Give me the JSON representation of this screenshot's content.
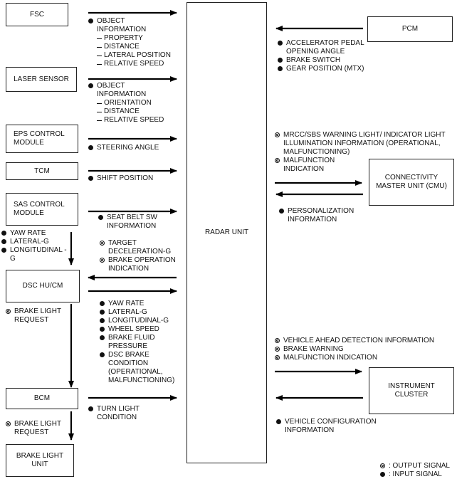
{
  "boxes": {
    "fsc": "FSC",
    "laser": "LASER SENSOR",
    "eps": "EPS CONTROL MODULE",
    "tcm": "TCM",
    "sas": "SAS CONTROL MODULE",
    "dsc": "DSC HU/CM",
    "bcm": "BCM",
    "brake_light_unit": "BRAKE LIGHT UNIT",
    "radar": "RADAR UNIT",
    "pcm": "PCM",
    "cmu": "CONNECTIVITY MASTER UNIT (CMU)",
    "cluster": "INSTRUMENT CLUSTER"
  },
  "signals": {
    "fsc": {
      "main": "OBJECT INFORMATION",
      "subs": [
        "PROPERTY",
        "DISTANCE",
        "LATERAL POSITION",
        "RELATIVE SPEED"
      ]
    },
    "laser": {
      "main": "OBJECT INFORMATION",
      "subs": [
        "ORIENTATION",
        "DISTANCE",
        "RELATIVE SPEED"
      ]
    },
    "eps": "STEERING ANGLE",
    "tcm": "SHIFT POSITION",
    "sas_radar": "SEAT BELT SW INFORMATION",
    "sas_dsc": [
      "YAW RATE",
      "LATERAL-G",
      "LONGITUDINAL -G"
    ],
    "radar_to_dsc": [
      "TARGET DECELERATION-G",
      "BRAKE OPERATION INDICATION"
    ],
    "dsc_to_radar": [
      "YAW RATE",
      "LATERAL-G",
      "LONGITUDINAL-G",
      "WHEEL SPEED",
      "BRAKE FLUID PRESSURE",
      "DSC BRAKE CONDITION (OPERATIONAL, MALFUNCTIONING)"
    ],
    "dsc_to_bcm": "BRAKE LIGHT REQUEST",
    "bcm_to_radar": "TURN LIGHT CONDITION",
    "bcm_to_unit": "BRAKE LIGHT REQUEST",
    "pcm": [
      "ACCELERATOR PEDAL OPENING ANGLE",
      "BRAKE SWITCH",
      "GEAR POSITION (MTX)"
    ],
    "radar_to_cmu": [
      "MRCC/SBS WARNING LIGHT/ INDICATOR LIGHT ILLUMINATION INFORMATION (OPERATIONAL, MALFUNCTIONING)",
      "MALFUNCTION INDICATION"
    ],
    "cmu_to_radar": "PERSONALIZATION INFORMATION",
    "radar_to_cluster": [
      "VEHICLE AHEAD DETECTION INFORMATION",
      "BRAKE WARNING",
      "MALFUNCTION INDICATION"
    ],
    "cluster_to_radar": "VEHICLE CONFIGURATION INFORMATION"
  },
  "legend": {
    "output": ": OUTPUT SIGNAL",
    "input": ": INPUT SIGNAL"
  }
}
